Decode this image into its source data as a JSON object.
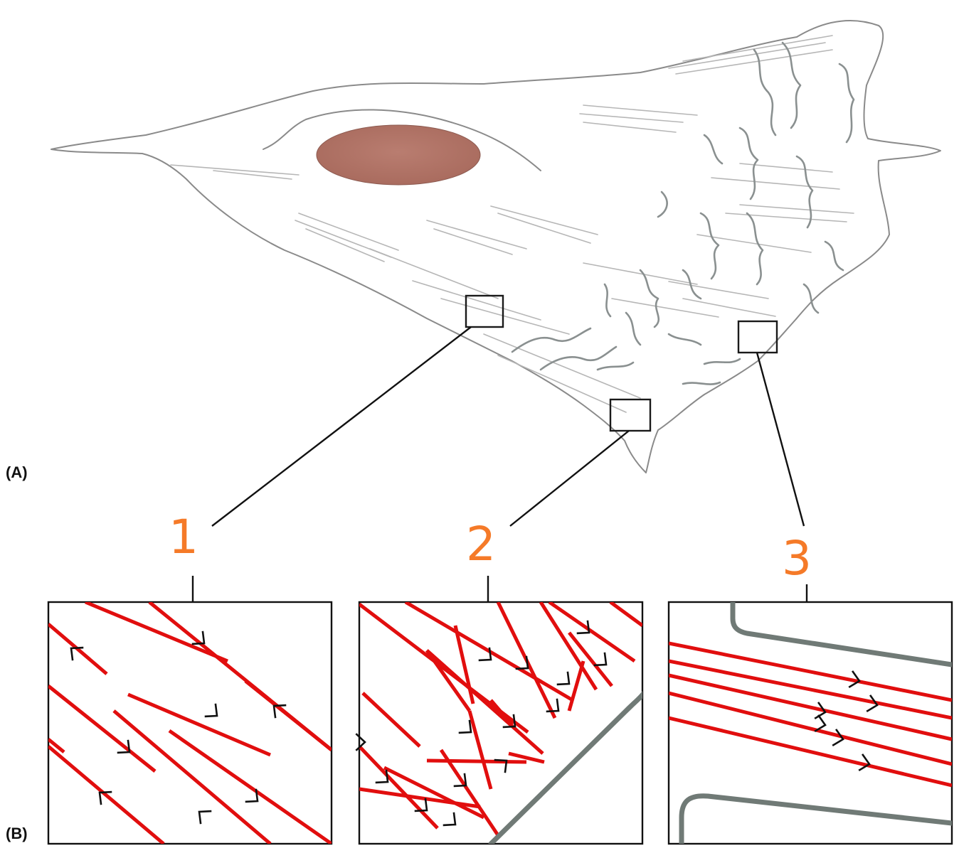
{
  "labels": {
    "panel_a": "(A)",
    "panel_b": "(B)"
  },
  "regions": [
    {
      "number": "1"
    },
    {
      "number": "2"
    },
    {
      "number": "3"
    }
  ],
  "colors": {
    "actin_filament": "#e10e0e",
    "region_number": "#f57a28",
    "membrane_edge": "#707a76",
    "nucleus": "#b5786c",
    "outline": "#111111"
  }
}
